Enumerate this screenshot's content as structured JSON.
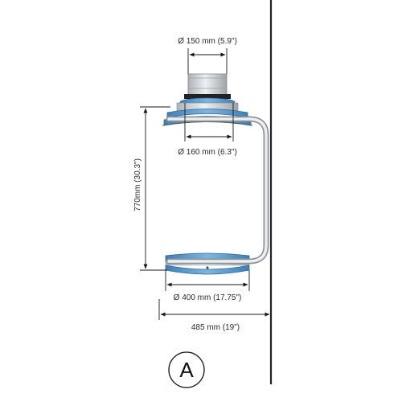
{
  "diagram": {
    "dimensions": {
      "top_pipe_diameter": "Ø 150 mm (5.9\")",
      "collar_diameter": "Ø 160 mm (6.3\")",
      "height": "770mm (30.3\")",
      "base_diameter": "Ø 400 mm (17.75\")",
      "total_depth": "485 mm (19\")"
    },
    "variant_label": "A",
    "colors": {
      "ring_blue": "#4f93c9",
      "metal": "#c8ccd0",
      "line": "#1a1a1a",
      "wall": "#222222"
    }
  }
}
